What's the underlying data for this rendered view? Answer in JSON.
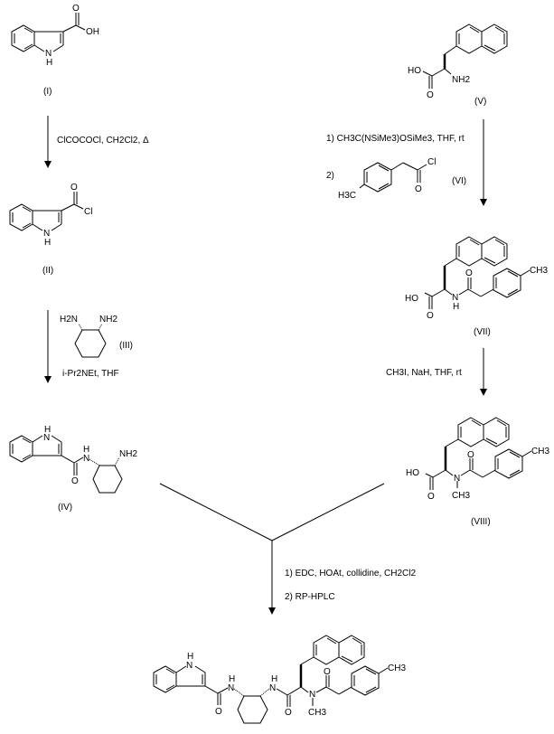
{
  "scheme": {
    "compounds": {
      "I": {
        "label": "(I)",
        "atoms": [
          "O",
          "OH",
          "N",
          "H"
        ]
      },
      "II": {
        "label": "(II)",
        "atoms": [
          "O",
          "Cl",
          "N",
          "H"
        ]
      },
      "III": {
        "label": "(III)",
        "atoms": [
          "H2N",
          "NH2"
        ]
      },
      "IV": {
        "label": "(IV)",
        "atoms": [
          "H",
          "N",
          "H",
          "N",
          "NH2",
          "O"
        ]
      },
      "V": {
        "label": "(V)",
        "atoms": [
          "HO",
          "O",
          "NH2"
        ]
      },
      "VI": {
        "label": "(VI)",
        "atoms": [
          "Cl",
          "O",
          "H3C"
        ]
      },
      "VII": {
        "label": "(VII)",
        "atoms": [
          "HO",
          "O",
          "N",
          "H",
          "O",
          "CH3"
        ]
      },
      "VIII": {
        "label": "(VIII)",
        "atoms": [
          "HO",
          "O",
          "N",
          "CH3",
          "O",
          "CH3"
        ]
      },
      "final": {
        "atoms": [
          "H",
          "N",
          "H",
          "N",
          "O",
          "H",
          "N",
          "O",
          "N",
          "CH3",
          "O",
          "CH3"
        ]
      }
    },
    "reagents": {
      "step1": "ClCOCOCl, CH2Cl2, Δ",
      "step2": "i-Pr2NEt, THF",
      "step3_1": "1) CH3C(NSiMe3)OSiMe3, THF, rt",
      "step3_2": "2)",
      "step4": "CH3I, NaH, THF, rt",
      "step5_1": "1)  EDC, HOAt, collidine, CH2Cl2",
      "step5_2": "2)  RP-HPLC"
    }
  }
}
